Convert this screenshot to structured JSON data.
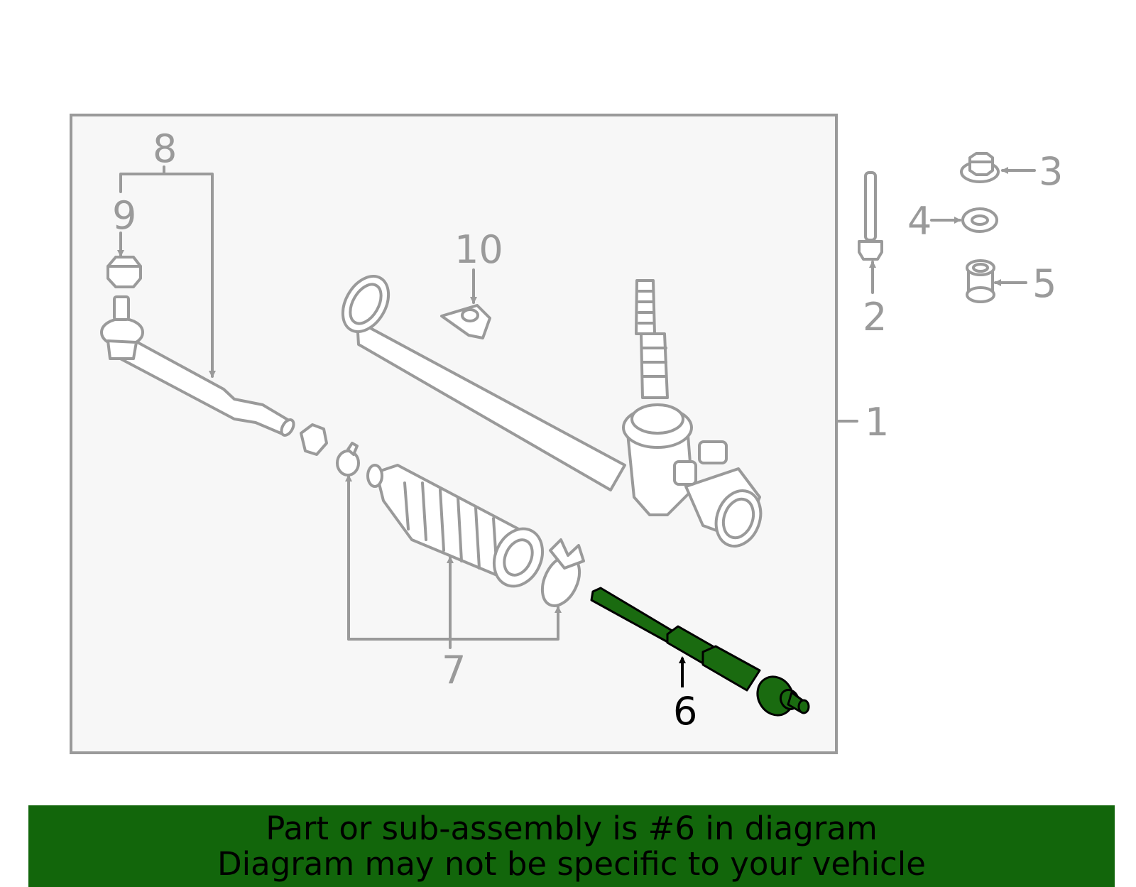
{
  "diagram": {
    "callouts": {
      "c1": "1",
      "c2": "2",
      "c3": "3",
      "c4": "4",
      "c5": "5",
      "c6": "6",
      "c7": "7",
      "c8": "8",
      "c9": "9",
      "c10": "10"
    },
    "highlighted_part": "6",
    "colors": {
      "highlight": "#1a6b10",
      "parts_outline": "#9a9a9a",
      "panel_background": "#f7f7f7",
      "banner_background": "#12660b"
    }
  },
  "banner": {
    "line1": "Part or sub-assembly is #6 in diagram",
    "line2": "Diagram may not be specific to your vehicle"
  }
}
